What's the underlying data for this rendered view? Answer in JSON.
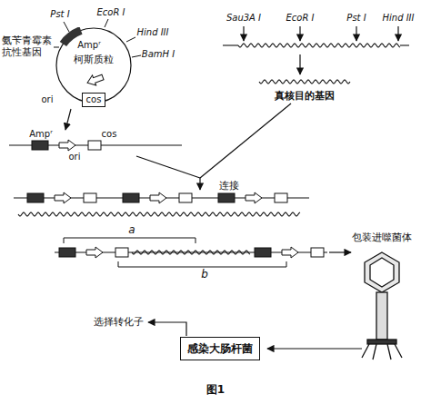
{
  "diagram": {
    "caption": "图1",
    "nodes": [
      {
        "text": [
          "柯斯质粒"
        ]
      },
      {
        "text": [
          "cos"
        ],
        "in": 0
      },
      {
        "text": [
          "感染大肠杆菌"
        ]
      }
    ],
    "labels": [
      "Pst I",
      "EcoR I",
      "Hind III",
      "BamH I",
      "氨苄青霉素抗性基因",
      "Ampʳ",
      "ori",
      "Ampʳ",
      "ori",
      "cos",
      "Sau3A I",
      "EcoR I",
      "Pst I",
      "Hind III",
      "真核目的基因",
      "连接",
      "a",
      "b",
      "包装进噬菌体",
      "选择转化子"
    ]
  }
}
